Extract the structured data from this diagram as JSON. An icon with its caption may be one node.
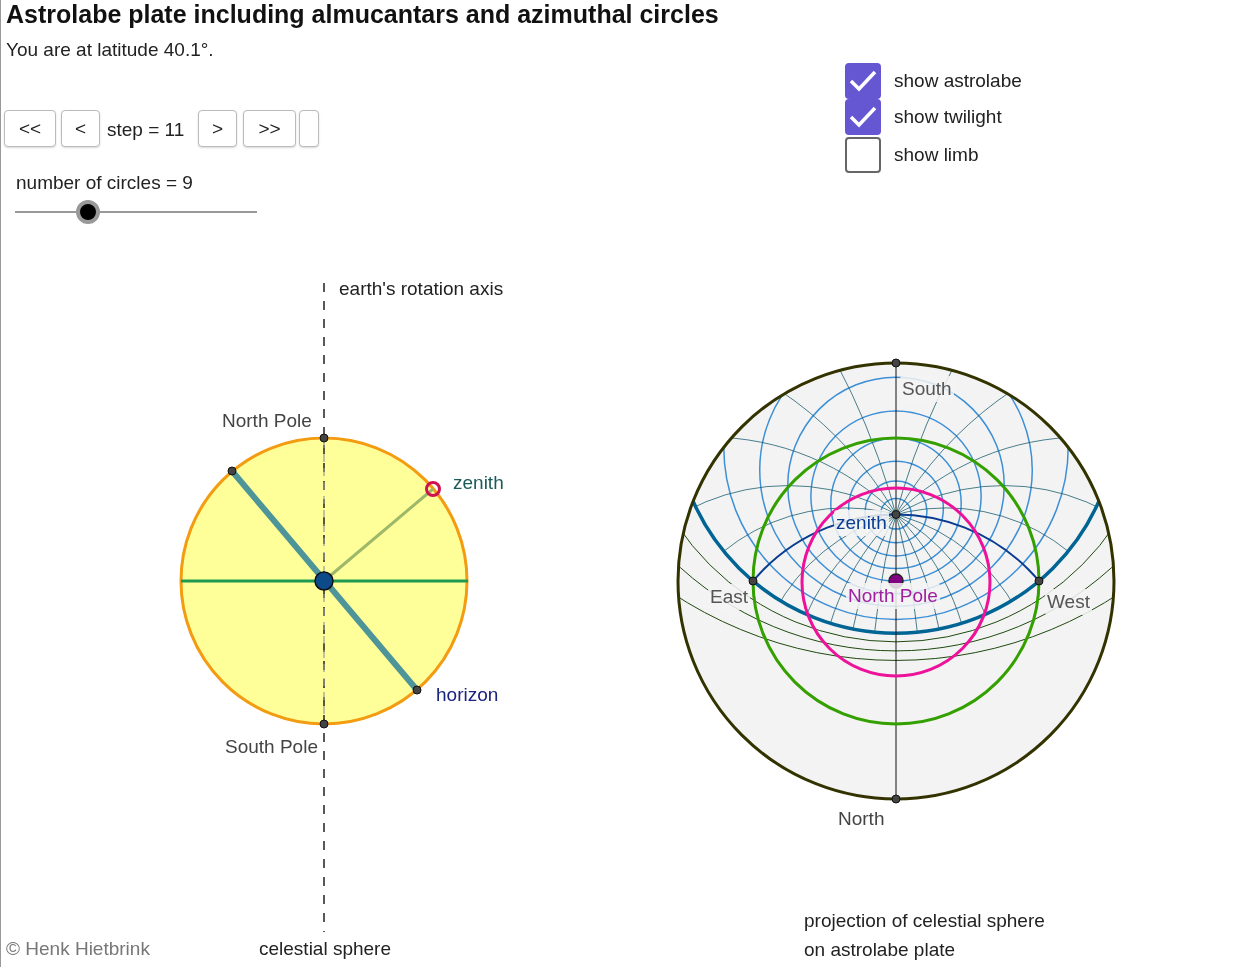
{
  "diagram": {
    "title": "Astrolabe plate including almucantars and azimuthal circles",
    "labels": [
      "You are at latitude 40.1°.",
      "<<",
      "<",
      "step = 11",
      ">",
      ">>",
      "show astrolabe",
      "show twilight",
      "show limb",
      "number of circles = 9",
      "earth's rotation axis",
      "North Pole",
      "zenith",
      "horizon",
      "South Pole",
      "South",
      "zenith",
      "East",
      "North Pole",
      "West",
      "North",
      "© Henk Hietbrink",
      "celestial sphere",
      "projection of celestial sphere on astrolabe plate"
    ]
  }
}
